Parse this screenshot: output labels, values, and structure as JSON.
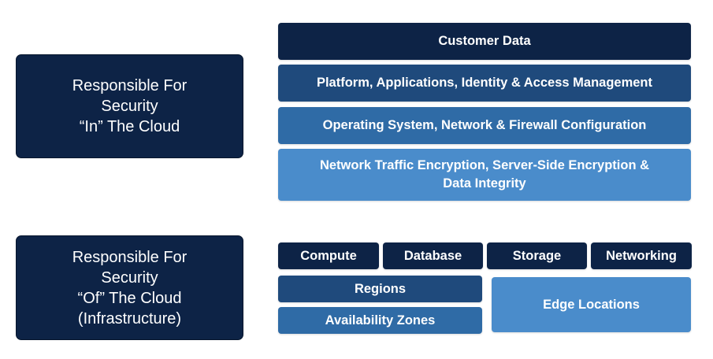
{
  "left_labels": {
    "in_cloud": "Responsible For\nSecurity\n“In” The Cloud",
    "of_cloud": "Responsible For\nSecurity\n“Of” The Cloud\n(Infrastructure)"
  },
  "customer_stack": [
    {
      "label": "Customer Data",
      "color": "#0d2346"
    },
    {
      "label": "Platform, Applications, Identity & Access Management",
      "color": "#1f4a7c"
    },
    {
      "label": "Operating System, Network & Firewall Configuration",
      "color": "#2f6ba6"
    },
    {
      "label": "Network Traffic Encryption, Server-Side Encryption &\nData Integrity",
      "color": "#4a8ccb"
    }
  ],
  "infrastructure": {
    "services": [
      {
        "label": "Compute",
        "color": "#0d2346"
      },
      {
        "label": "Database",
        "color": "#0d2346"
      },
      {
        "label": "Storage",
        "color": "#0d2346"
      },
      {
        "label": "Networking",
        "color": "#0d2346"
      }
    ],
    "regions": {
      "label": "Regions",
      "color": "#1f4a7c"
    },
    "availability_zones": {
      "label": "Availability Zones",
      "color": "#2f6ba6"
    },
    "edge_locations": {
      "label": "Edge Locations",
      "color": "#4a8ccb"
    }
  }
}
